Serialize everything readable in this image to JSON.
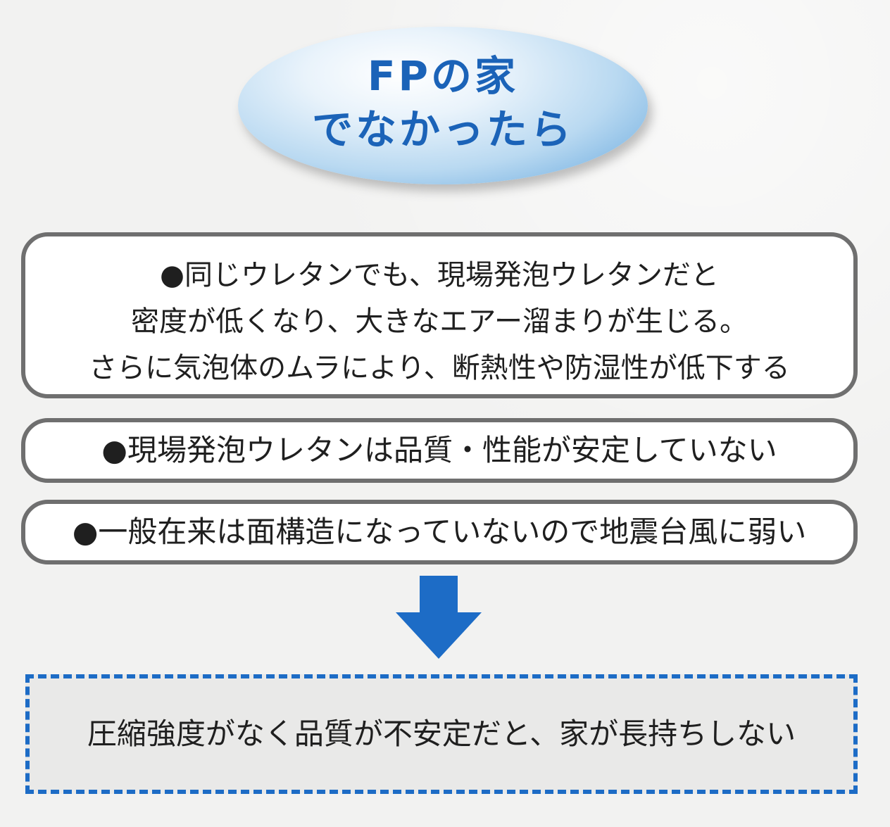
{
  "title": {
    "line1": "FPの家",
    "line2": "でなかったら"
  },
  "points": [
    {
      "lines": [
        "●同じウレタンでも、現場発泡ウレタンだと",
        "密度が低くなり、大きなエアー溜まりが生じる。",
        "さらに気泡体のムラにより、断熱性や防湿性が低下する"
      ]
    },
    {
      "lines": [
        "●現場発泡ウレタンは品質・性能が安定していない"
      ]
    },
    {
      "lines": [
        "●一般在来は面構造になっていないので地震台風に弱い"
      ]
    }
  ],
  "conclusion": "圧縮強度がなく品質が不安定だと、家が長持ちしない",
  "colors": {
    "title_text": "#1b63b8",
    "arrow": "#1d6cc6",
    "dashed_border": "#1d6cc6",
    "box_border": "#6f6f6f"
  },
  "icons": {
    "arrow": "arrow-down-icon"
  }
}
